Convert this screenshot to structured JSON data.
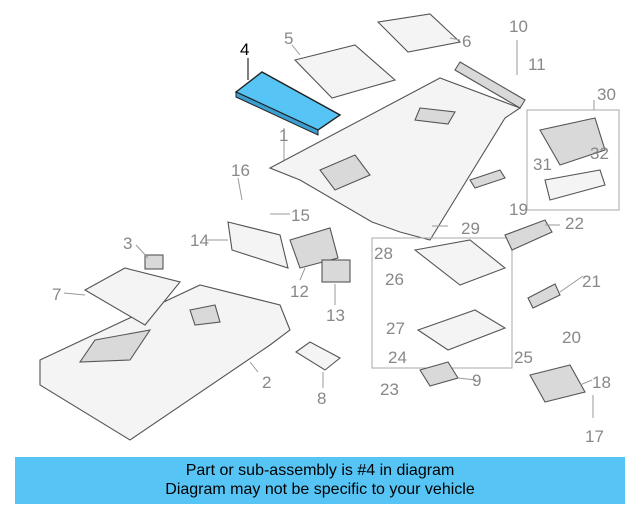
{
  "diagram": {
    "highlight_color": "#56c5f5",
    "highlighted_part": "4",
    "callouts": [
      "1",
      "2",
      "3",
      "4",
      "5",
      "6",
      "7",
      "8",
      "9",
      "10",
      "11",
      "12",
      "13",
      "14",
      "15",
      "16",
      "17",
      "18",
      "19",
      "20",
      "21",
      "22",
      "23",
      "24",
      "25",
      "26",
      "27",
      "28",
      "29",
      "30",
      "31",
      "32"
    ]
  },
  "banner": {
    "line1": "Part or sub-assembly is #4 in diagram",
    "line2": "Diagram may not be specific to your vehicle",
    "color": "#56c5f5"
  }
}
